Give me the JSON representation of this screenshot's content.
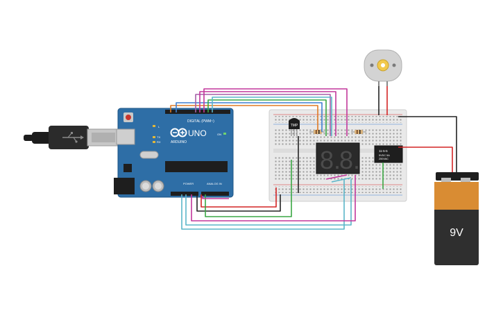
{
  "arduino": {
    "brand_label": "ARDUINO",
    "model_label": "UNO",
    "digital_header_label": "DIGITAL (PWM~)",
    "power_header_label": "POWER",
    "analog_header_label": "ANALOG IN",
    "tx_label": "TX",
    "rx_label": "RX",
    "l_label": "L",
    "on_label": "ON"
  },
  "sensor": {
    "label": "TMP"
  },
  "relay": {
    "line1": "11-5-5",
    "line2": "5VDC 5A",
    "line3": "250VAC"
  },
  "display": {
    "digit1": "8.",
    "digit2": "8."
  },
  "battery": {
    "label": "9V"
  },
  "colors": {
    "board_blue": "#2e6ea6",
    "breadboard": "#e9e9e9",
    "battery_orange": "#d98c33",
    "battery_body": "#2f2f2f",
    "wire_magenta": "#c2379b",
    "wire_cyan": "#5ab5c8",
    "wire_green": "#3aa743",
    "wire_black": "#222222",
    "wire_red": "#d42424",
    "wire_purple": "#a55fa8",
    "wire_orange": "#e07a24",
    "wire_blue": "#3f7fd1"
  }
}
